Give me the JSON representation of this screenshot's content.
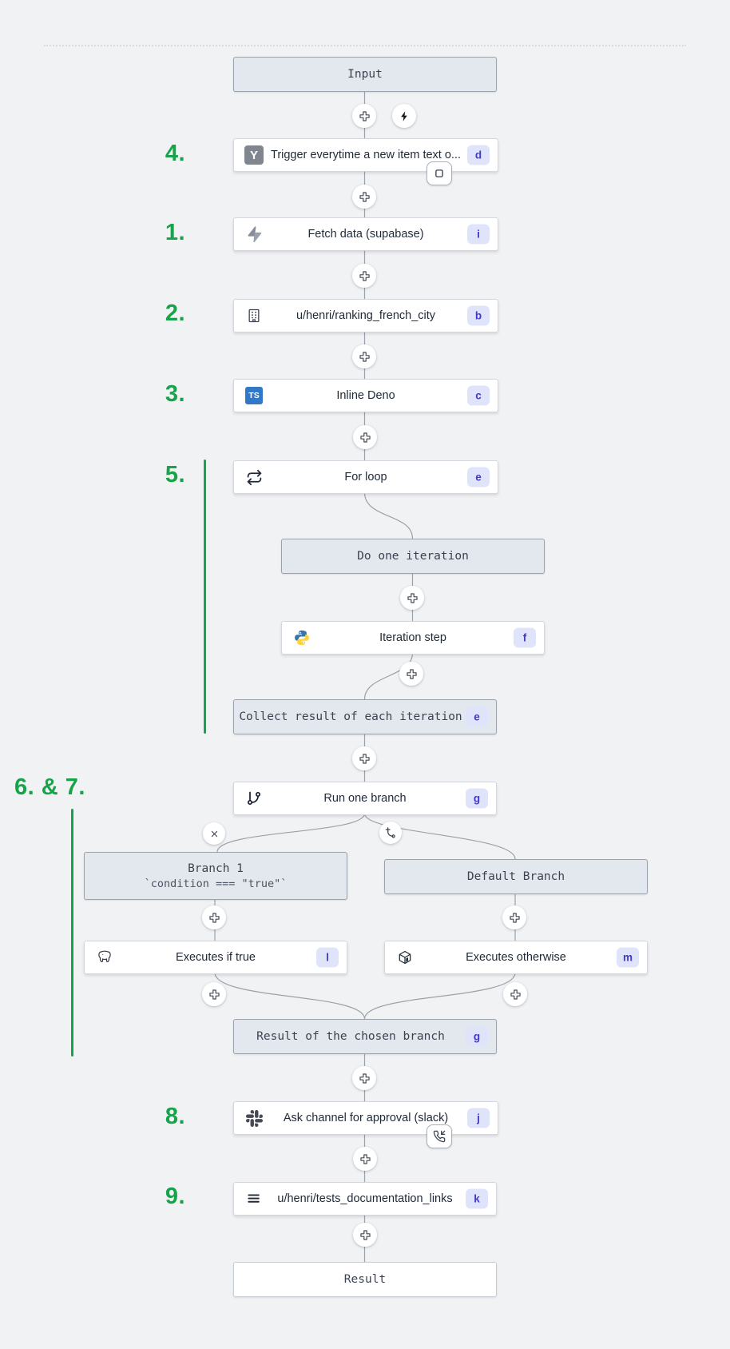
{
  "colors": {
    "annotation_green": "#16a34a",
    "badge_bg": "#e0e4fb",
    "badge_text": "#4338ca",
    "header_box_bg": "#e3e7ee",
    "canvas_bg": "#f1f2f4"
  },
  "annotations": {
    "n4": "4.",
    "n1": "1.",
    "n2": "2.",
    "n3": "3.",
    "n5": "5.",
    "n67": "6. & 7.",
    "n8": "8.",
    "n9": "9."
  },
  "nodes": {
    "input": {
      "label": "Input"
    },
    "trigger": {
      "label": "Trigger everytime a new item text o...",
      "badge": "d",
      "icon_letter": "Y"
    },
    "fetch": {
      "label": "Fetch data (supabase)",
      "badge": "i"
    },
    "ranking": {
      "label": "u/henri/ranking_french_city",
      "badge": "b"
    },
    "inline_deno": {
      "label": "Inline Deno",
      "badge": "c",
      "icon_letter": "TS"
    },
    "for_loop": {
      "label": "For loop",
      "badge": "e"
    },
    "do_iteration": {
      "label": "Do one iteration"
    },
    "iteration_step": {
      "label": "Iteration step",
      "badge": "f"
    },
    "collect": {
      "label": "Collect result of each iteration",
      "badge": "e"
    },
    "run_branch": {
      "label": "Run one branch",
      "badge": "g"
    },
    "branch1": {
      "label": "Branch 1",
      "condition": "`condition === \"true\"`"
    },
    "default_branch": {
      "label": "Default Branch"
    },
    "exec_true": {
      "label": "Executes if true",
      "badge": "l"
    },
    "exec_otherwise": {
      "label": "Executes otherwise",
      "badge": "m"
    },
    "result_branch": {
      "label": "Result of the chosen branch",
      "badge": "g"
    },
    "ask_approval": {
      "label": "Ask channel for approval (slack)",
      "badge": "j"
    },
    "tests_doc": {
      "label": "u/henri/tests_documentation_links",
      "badge": "k"
    },
    "result": {
      "label": "Result"
    }
  }
}
